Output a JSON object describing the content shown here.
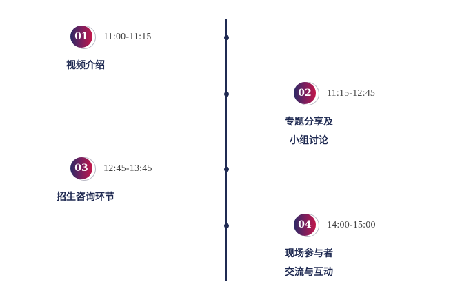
{
  "timeline": {
    "items": [
      {
        "number": "01",
        "time": "11:00-11:15",
        "title_lines": [
          "视频介绍"
        ]
      },
      {
        "number": "02",
        "time": "11:15-12:45",
        "title_lines": [
          "专题分享及",
          "小组讨论"
        ]
      },
      {
        "number": "03",
        "time": "12:45-13:45",
        "title_lines": [
          "招生咨询环节"
        ]
      },
      {
        "number": "04",
        "time": "14:00-15:00",
        "title_lines": [
          "现场参与者",
          "交流与互动"
        ]
      }
    ]
  },
  "colors": {
    "axis": "#1f2a52",
    "title_text": "#1f2a52",
    "time_text": "#444444",
    "badge_gradient_start": "#2b2a66",
    "badge_gradient_end": "#c2174a",
    "badge_ring": "#b9b9c4"
  },
  "icons": {
    "badge": "numbered-circle-badge",
    "axis_marker": "dot-marker"
  }
}
